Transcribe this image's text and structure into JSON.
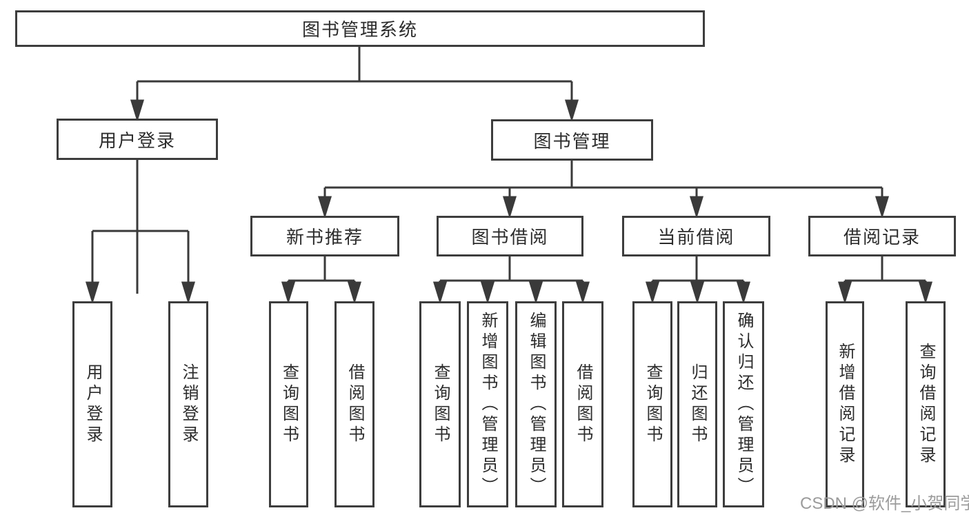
{
  "tree": {
    "label": "图书管理系统",
    "children": [
      {
        "label": "用户登录",
        "children": [
          {
            "label": "用户登录"
          },
          {
            "label": "注销登录"
          }
        ]
      },
      {
        "label": "图书管理",
        "children": [
          {
            "label": "新书推荐",
            "children": [
              {
                "label": "查询图书"
              },
              {
                "label": "借阅图书"
              }
            ]
          },
          {
            "label": "图书借阅",
            "children": [
              {
                "label": "查询图书"
              },
              {
                "label": "新增图书（管理员）"
              },
              {
                "label": "编辑图书（管理员）"
              },
              {
                "label": "借阅图书"
              }
            ]
          },
          {
            "label": "当前借阅",
            "children": [
              {
                "label": "查询图书"
              },
              {
                "label": "归还图书"
              },
              {
                "label": "确认归还（管理员）"
              }
            ]
          },
          {
            "label": "借阅记录",
            "children": [
              {
                "label": "新增借阅记录"
              },
              {
                "label": "查询借阅记录"
              }
            ]
          }
        ]
      }
    ]
  },
  "watermark": {
    "text": "CSDN @软件_小贺同学"
  },
  "colors": {
    "line": "#3a3a3a",
    "border": "#3d3d3d",
    "text": "#2c2c2c",
    "watermark": "#9b9b9b",
    "background": "#ffffff"
  }
}
